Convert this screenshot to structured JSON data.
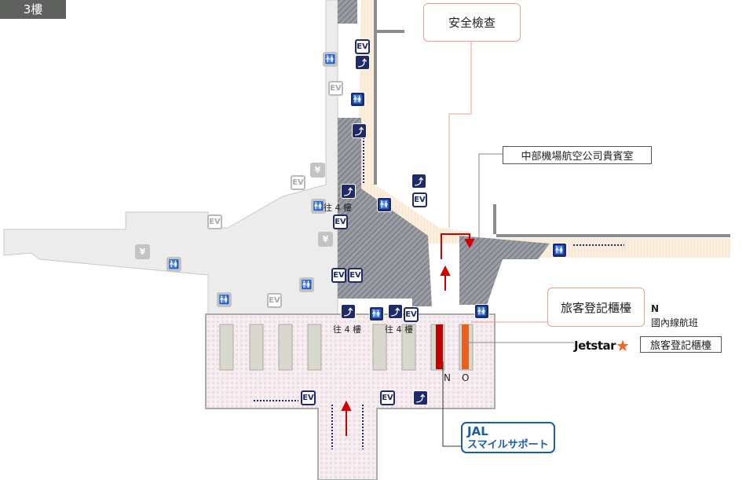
{
  "floor_label": "3樓",
  "callouts": {
    "security_check": "安全檢查",
    "vip_lounge": "中部機場航空公司貴賓室",
    "checkin_counter": "旅客登記櫃檯",
    "jetstar_checkin": "旅客登記櫃檯"
  },
  "domestic": {
    "letter": "N",
    "text": "國內線航班"
  },
  "counters": {
    "n": "N",
    "o": "O"
  },
  "to_4f": "往 4 樓",
  "jetstar_logo": "Jetstar",
  "jal_support": {
    "line1": "JAL",
    "line2": "スマイルサポート"
  },
  "icon_labels": {
    "ev": "EV",
    "yen": "¥",
    "toilet": "🚻",
    "escalator": "⤴"
  },
  "colors": {
    "navy": "#1f2a6b",
    "jal_blue": "#1a5cb0",
    "jetstar_orange": "#f26522",
    "route_red": "#d00000"
  }
}
